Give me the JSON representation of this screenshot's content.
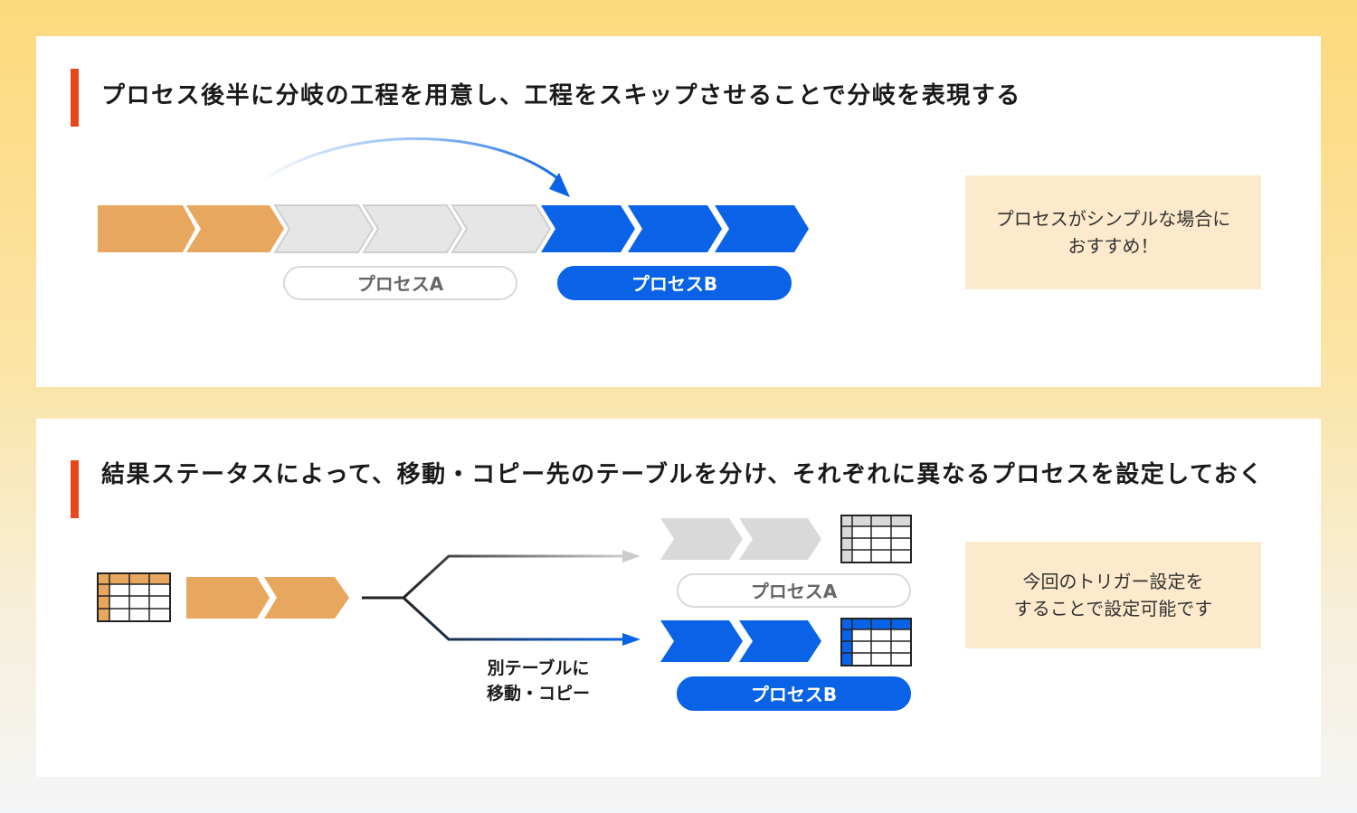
{
  "section1": {
    "title": "プロセス後半に分岐の工程を用意し、工程をスキップさせることで分岐を表現する",
    "process_a_label": "プロセスA",
    "process_b_label": "プロセスB",
    "note_line1": "プロセスがシンプルな場合に",
    "note_line2": "おすすめ！"
  },
  "section2": {
    "title": "結果ステータスによって、移動・コピー先のテーブルを分け、それぞれに異なるプロセスを設定しておく",
    "process_a_label": "プロセスA",
    "process_b_label": "プロセスB",
    "branch_label_line1": "別テーブルに",
    "branch_label_line2": "移動・コピー",
    "note_line1": "今回のトリガー設定を",
    "note_line2": "することで設定可能です"
  },
  "colors": {
    "accent": "#e8481a",
    "orange_step": "#e8a75e",
    "gray_step": "#e6e6e6",
    "blue_step": "#0a63e6",
    "note_bg": "#fde9cc"
  }
}
